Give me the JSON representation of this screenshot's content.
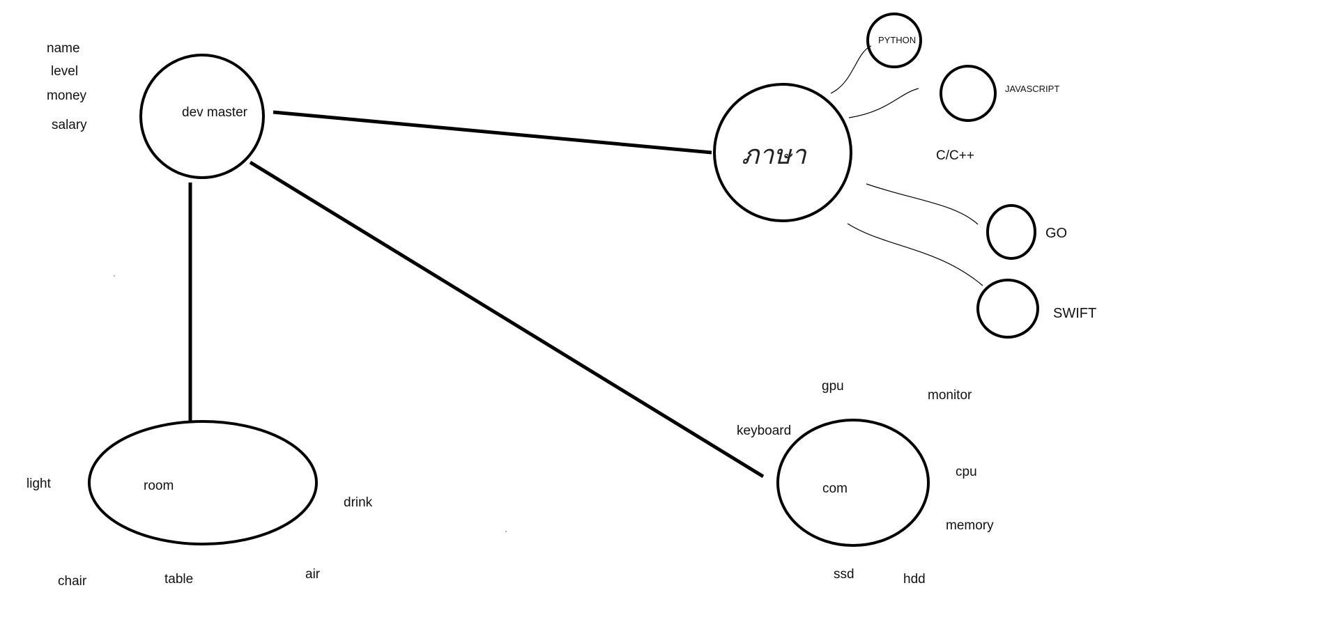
{
  "nodes": {
    "dev_master": "dev master",
    "language": "ภาษา",
    "room": "room",
    "com": "com"
  },
  "dev_attributes": [
    "name",
    "level",
    "money",
    "salary"
  ],
  "languages": {
    "python": "PYTHON",
    "javascript": "JAVASCRIPT",
    "c_cpp": "C/C++",
    "go": "GO",
    "swift": "SWIFT"
  },
  "room_items": {
    "light": "light",
    "drink": "drink",
    "chair": "chair",
    "table": "table",
    "air": "air"
  },
  "com_parts": {
    "gpu": "gpu",
    "monitor": "monitor",
    "keyboard": "keyboard",
    "cpu": "cpu",
    "memory": "memory",
    "ssd": "ssd",
    "hdd": "hdd"
  }
}
